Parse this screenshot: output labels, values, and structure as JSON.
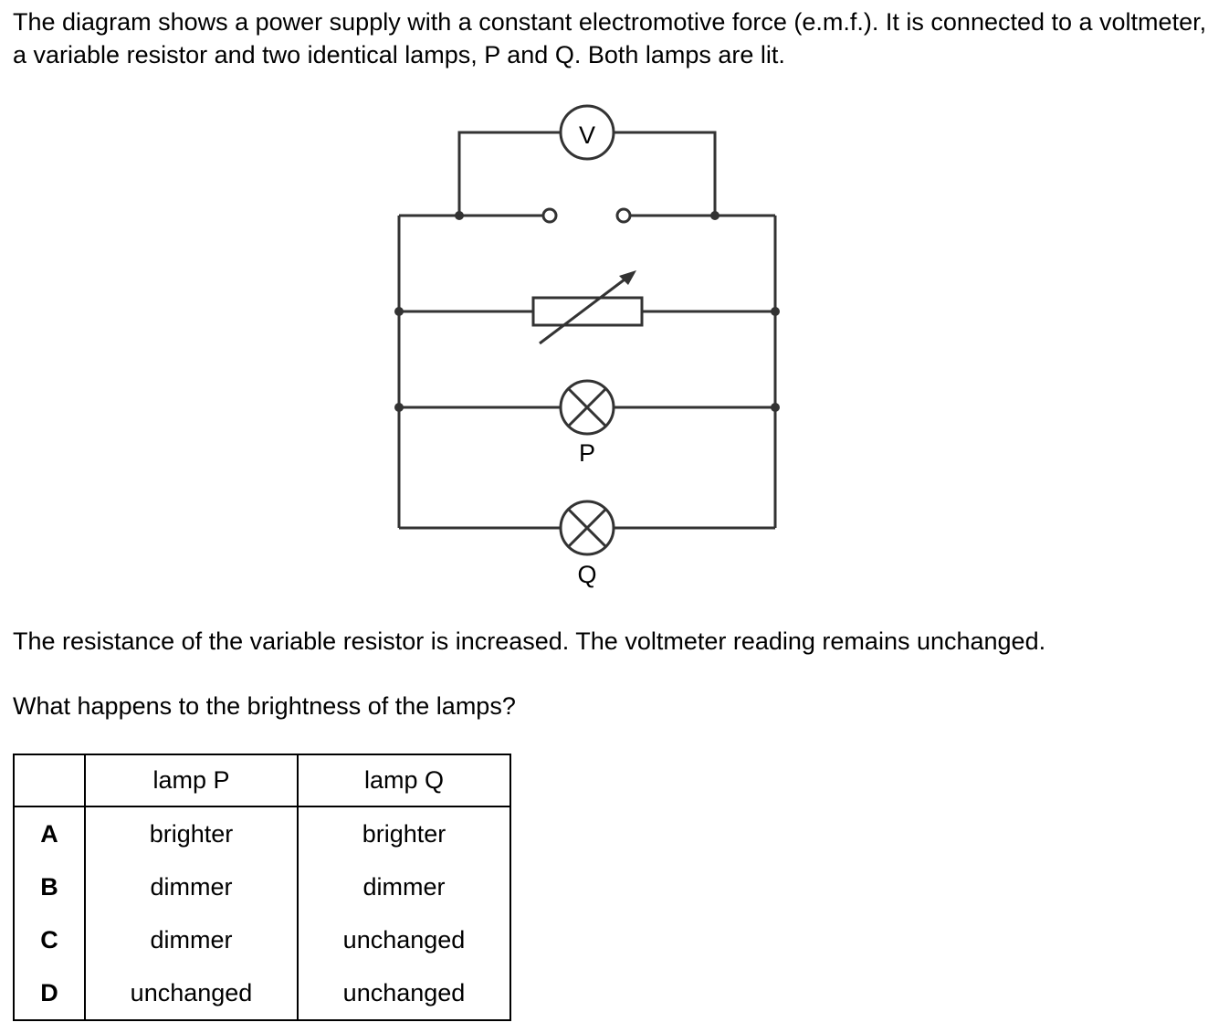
{
  "intro": "The diagram shows a power supply with a constant electromotive force (e.m.f.). It is connected to a voltmeter, a variable resistor and two identical lamps, P and Q. Both lamps are lit.",
  "diagram": {
    "voltmeter_label": "V",
    "lamp_p_label": "P",
    "lamp_q_label": "Q"
  },
  "question": {
    "line1": "The resistance of the variable resistor is increased. The voltmeter reading remains unchanged.",
    "line2": "What happens to the brightness of the lamps?"
  },
  "table": {
    "header_blank": "",
    "header_p": "lamp P",
    "header_q": "lamp Q",
    "rows": [
      {
        "letter": "A",
        "p": "brighter",
        "q": "brighter"
      },
      {
        "letter": "B",
        "p": "dimmer",
        "q": "dimmer"
      },
      {
        "letter": "C",
        "p": "dimmer",
        "q": "unchanged"
      },
      {
        "letter": "D",
        "p": "unchanged",
        "q": "unchanged"
      }
    ]
  }
}
